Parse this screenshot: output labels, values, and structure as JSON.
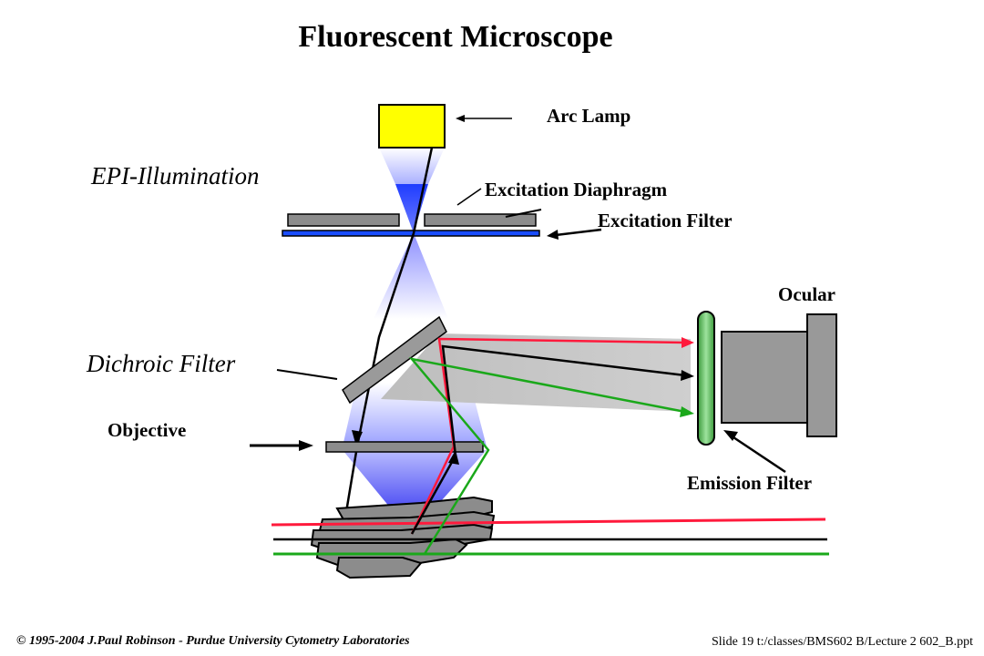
{
  "title": "Fluorescent  Microscope",
  "labels": {
    "arc_lamp": "Arc Lamp",
    "epi_illumination": "EPI-Illumination",
    "excitation_diaphragm": "Excitation Diaphragm",
    "excitation_filter": "Excitation Filter",
    "ocular": "Ocular",
    "dichroic_filter": "Dichroic Filter",
    "objective": "Objective",
    "emission_filter": "Emission Filter"
  },
  "footer": {
    "copyright": "© 1995-2004 J.Paul Robinson - Purdue University Cytometry Laboratories",
    "slide": "Slide 19  t:/classes/BMS602  B/Lecture 2 602_B.ppt"
  },
  "colors": {
    "lamp": "#ffff00",
    "excitation_light": "#2b2bff",
    "emission_red": "#ff1a3c",
    "emission_green": "#1aa81a",
    "ocular_gray": "#999999",
    "emission_filter_green": "#6dc26d"
  }
}
